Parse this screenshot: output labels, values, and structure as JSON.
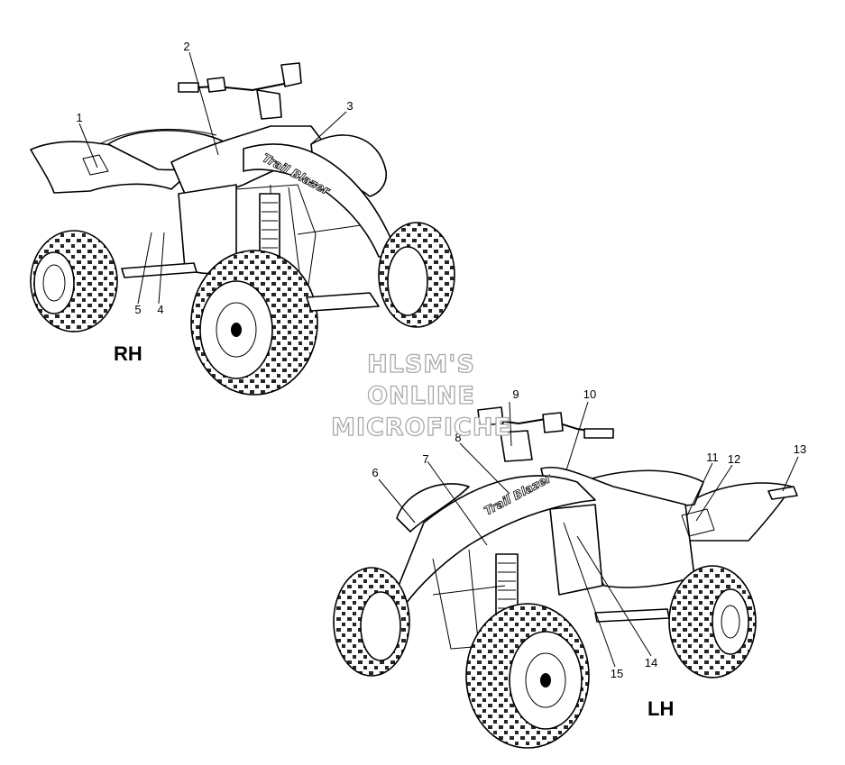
{
  "diagram": {
    "views": [
      {
        "id": "rh",
        "label": "RH"
      },
      {
        "id": "lh",
        "label": "LH"
      }
    ],
    "callouts": [
      "1",
      "2",
      "3",
      "4",
      "5",
      "6",
      "7",
      "8",
      "9",
      "10",
      "11",
      "12",
      "13",
      "14",
      "15"
    ],
    "decal_text": "Trail Blazer",
    "watermark": [
      "HLSM'S",
      "ONLINE",
      "MICROFICHE"
    ]
  }
}
